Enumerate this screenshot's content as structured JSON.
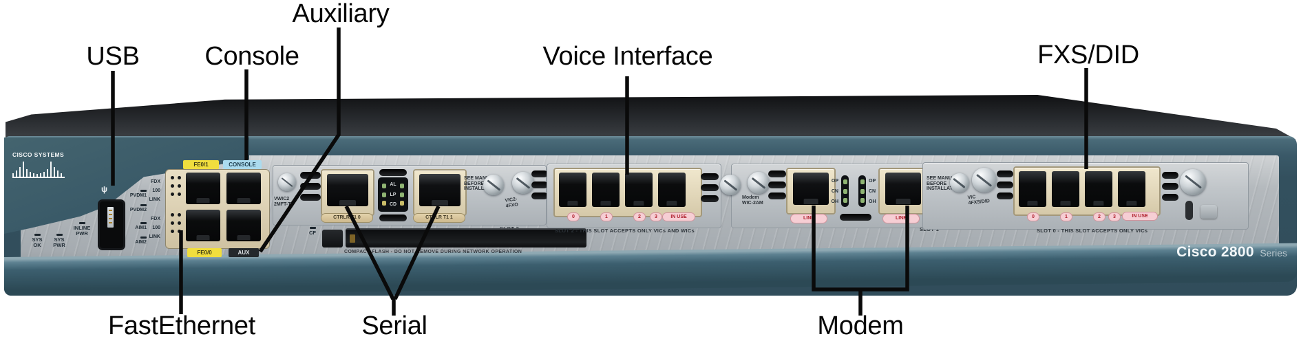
{
  "callouts": {
    "usb": "USB",
    "console": "Console",
    "auxiliary": "Auxiliary",
    "voice_interface": "Voice Interface",
    "fxs_did": "FXS/DID",
    "fastethernet": "FastEthernet",
    "serial": "Serial",
    "modem": "Modem"
  },
  "branding": {
    "logo": "CISCO SYSTEMS",
    "model": "Cisco 2800",
    "series": "Series"
  },
  "panel": {
    "sys_leds": [
      [
        "SYS",
        "OK"
      ],
      [
        "SYS",
        "PWR"
      ],
      [
        "INLINE",
        "PWR"
      ]
    ],
    "module_leds": [
      "PVDM1",
      "PVDM2",
      "AIM1",
      "AIM2"
    ],
    "eth_leds": [
      "FDX",
      "100",
      "LINK"
    ],
    "port_labels": {
      "fe01": "FE0/1",
      "console": "CONSOLE",
      "fe00": "FE0/0",
      "aux": "AUX"
    }
  },
  "slot3": {
    "card_line1": "VWIC2",
    "card_line2": "2MFT-T1",
    "port0": "CTRLR T1 0",
    "port1": "CTRLR T1 1",
    "leds": [
      "AL",
      "LP",
      "CD"
    ],
    "notice": "SEE MANUAL BEFORE INSTALLATION",
    "vic_stamp_line1": "VIC2-",
    "vic_stamp_line2": "4FXO",
    "slot_text": "SLOT 3",
    "cf_mark": "CF",
    "cf_notice": "COMPACT FLASH - DO NOT REMOVE DURING NETWORK OPERATION"
  },
  "slot2": {
    "numbers": [
      "0",
      "1",
      "2",
      "3"
    ],
    "in_use": "IN USE",
    "slot_text": "SLOT 2 - THIS SLOT ACCEPTS ONLY VICs AND WICs"
  },
  "slot1": {
    "stamp_line1": "Modem",
    "stamp_line2": "WIC-2AM",
    "line_label": "LINE",
    "leds": [
      "OP",
      "CN",
      "OH"
    ],
    "slot_text": "SLOT 1"
  },
  "slot0": {
    "notice": "SEE MANUAL BEFORE INSTALLATION",
    "stamp_line1": "VIC",
    "stamp_line2": "4FXS/DID",
    "numbers": [
      "0",
      "1",
      "2",
      "3"
    ],
    "in_use": "IN USE",
    "slot_text": "SLOT 0 - THIS SLOT ACCEPTS ONLY VICs"
  },
  "icons": {
    "usb": "ψ"
  }
}
